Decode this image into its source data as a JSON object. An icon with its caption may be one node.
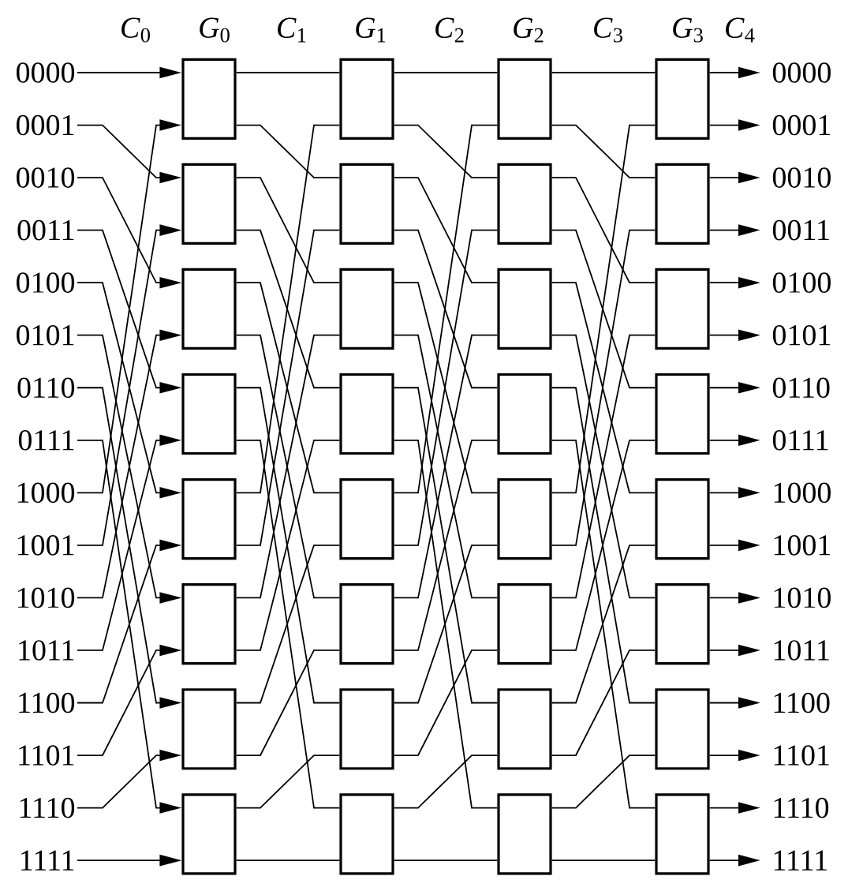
{
  "diagram": {
    "nodes": [
      {
        "text": [
          "0000"
        ]
      },
      {
        "text": [
          "0001"
        ]
      },
      {
        "text": [
          "0010"
        ]
      },
      {
        "text": [
          "0011"
        ]
      },
      {
        "text": [
          "0100"
        ]
      },
      {
        "text": [
          "0101"
        ]
      },
      {
        "text": [
          "0110"
        ]
      },
      {
        "text": [
          "0111"
        ]
      },
      {
        "text": [
          "1000"
        ]
      },
      {
        "text": [
          "1001"
        ]
      },
      {
        "text": [
          "1010"
        ]
      },
      {
        "text": [
          "1011"
        ]
      },
      {
        "text": [
          "1100"
        ]
      },
      {
        "text": [
          "1101"
        ]
      },
      {
        "text": [
          "1110"
        ]
      },
      {
        "text": [
          "1111"
        ]
      },
      {
        "text": [],
        "shape": "box"
      },
      {
        "text": [],
        "shape": "box"
      },
      {
        "text": [],
        "shape": "box"
      },
      {
        "text": [],
        "shape": "box"
      },
      {
        "text": [],
        "shape": "box"
      },
      {
        "text": [],
        "shape": "box"
      },
      {
        "text": [],
        "shape": "box"
      },
      {
        "text": [],
        "shape": "box"
      },
      {
        "text": [],
        "shape": "box"
      },
      {
        "text": [],
        "shape": "box"
      },
      {
        "text": [],
        "shape": "box"
      },
      {
        "text": [],
        "shape": "box"
      },
      {
        "text": [],
        "shape": "box"
      },
      {
        "text": [],
        "shape": "box"
      },
      {
        "text": [],
        "shape": "box"
      },
      {
        "text": [],
        "shape": "box"
      },
      {
        "text": [],
        "shape": "box"
      },
      {
        "text": [],
        "shape": "box"
      },
      {
        "text": [],
        "shape": "box"
      },
      {
        "text": [],
        "shape": "box"
      },
      {
        "text": [],
        "shape": "box"
      },
      {
        "text": [],
        "shape": "box"
      },
      {
        "text": [],
        "shape": "box"
      },
      {
        "text": [],
        "shape": "box"
      },
      {
        "text": [],
        "shape": "box"
      },
      {
        "text": [],
        "shape": "box"
      },
      {
        "text": [],
        "shape": "box"
      },
      {
        "text": [],
        "shape": "box"
      },
      {
        "text": [],
        "shape": "box"
      },
      {
        "text": [],
        "shape": "box"
      },
      {
        "text": [],
        "shape": "box"
      },
      {
        "text": [],
        "shape": "box"
      },
      {
        "text": [
          "0000"
        ]
      },
      {
        "text": [
          "0001"
        ]
      },
      {
        "text": [
          "0010"
        ]
      },
      {
        "text": [
          "0011"
        ]
      },
      {
        "text": [
          "0100"
        ]
      },
      {
        "text": [
          "0101"
        ]
      },
      {
        "text": [
          "0110"
        ]
      },
      {
        "text": [
          "0111"
        ]
      },
      {
        "text": [
          "1000"
        ]
      },
      {
        "text": [
          "1001"
        ]
      },
      {
        "text": [
          "1010"
        ]
      },
      {
        "text": [
          "1011"
        ]
      },
      {
        "text": [
          "1100"
        ]
      },
      {
        "text": [
          "1101"
        ]
      },
      {
        "text": [
          "1110"
        ]
      },
      {
        "text": [
          "1111"
        ]
      }
    ],
    "edges": [
      {
        "from": 0,
        "to": 16,
        "arrow": "to"
      },
      {
        "from": 1,
        "to": 17,
        "arrow": "to"
      },
      {
        "from": 2,
        "to": 18,
        "arrow": "to"
      },
      {
        "from": 3,
        "to": 19,
        "arrow": "to"
      },
      {
        "from": 4,
        "to": 20,
        "arrow": "to"
      },
      {
        "from": 5,
        "to": 21,
        "arrow": "to"
      },
      {
        "from": 6,
        "to": 22,
        "arrow": "to"
      },
      {
        "from": 7,
        "to": 23,
        "arrow": "to"
      },
      {
        "from": 8,
        "to": 16,
        "arrow": "to"
      },
      {
        "from": 9,
        "to": 17,
        "arrow": "to"
      },
      {
        "from": 10,
        "to": 18,
        "arrow": "to"
      },
      {
        "from": 11,
        "to": 19,
        "arrow": "to"
      },
      {
        "from": 12,
        "to": 20,
        "arrow": "to"
      },
      {
        "from": 13,
        "to": 21,
        "arrow": "to"
      },
      {
        "from": 14,
        "to": 22,
        "arrow": "to"
      },
      {
        "from": 15,
        "to": 23,
        "arrow": "to"
      },
      {
        "from": 16,
        "to": 24,
        "arrow": "none"
      },
      {
        "from": 16,
        "to": 25,
        "arrow": "none"
      },
      {
        "from": 17,
        "to": 26,
        "arrow": "none"
      },
      {
        "from": 17,
        "to": 27,
        "arrow": "none"
      },
      {
        "from": 18,
        "to": 28,
        "arrow": "none"
      },
      {
        "from": 18,
        "to": 29,
        "arrow": "none"
      },
      {
        "from": 19,
        "to": 30,
        "arrow": "none"
      },
      {
        "from": 19,
        "to": 31,
        "arrow": "none"
      },
      {
        "from": 20,
        "to": 24,
        "arrow": "none"
      },
      {
        "from": 20,
        "to": 25,
        "arrow": "none"
      },
      {
        "from": 21,
        "to": 26,
        "arrow": "none"
      },
      {
        "from": 21,
        "to": 27,
        "arrow": "none"
      },
      {
        "from": 22,
        "to": 28,
        "arrow": "none"
      },
      {
        "from": 22,
        "to": 29,
        "arrow": "none"
      },
      {
        "from": 23,
        "to": 30,
        "arrow": "none"
      },
      {
        "from": 23,
        "to": 31,
        "arrow": "none"
      },
      {
        "from": 24,
        "to": 32,
        "arrow": "none"
      },
      {
        "from": 24,
        "to": 33,
        "arrow": "none"
      },
      {
        "from": 25,
        "to": 34,
        "arrow": "none"
      },
      {
        "from": 25,
        "to": 35,
        "arrow": "none"
      },
      {
        "from": 26,
        "to": 36,
        "arrow": "none"
      },
      {
        "from": 26,
        "to": 37,
        "arrow": "none"
      },
      {
        "from": 27,
        "to": 38,
        "arrow": "none"
      },
      {
        "from": 27,
        "to": 39,
        "arrow": "none"
      },
      {
        "from": 28,
        "to": 32,
        "arrow": "none"
      },
      {
        "from": 28,
        "to": 33,
        "arrow": "none"
      },
      {
        "from": 29,
        "to": 34,
        "arrow": "none"
      },
      {
        "from": 29,
        "to": 35,
        "arrow": "none"
      },
      {
        "from": 30,
        "to": 36,
        "arrow": "none"
      },
      {
        "from": 30,
        "to": 37,
        "arrow": "none"
      },
      {
        "from": 31,
        "to": 38,
        "arrow": "none"
      },
      {
        "from": 31,
        "to": 39,
        "arrow": "none"
      },
      {
        "from": 32,
        "to": 40,
        "arrow": "none"
      },
      {
        "from": 32,
        "to": 41,
        "arrow": "none"
      },
      {
        "from": 33,
        "to": 42,
        "arrow": "none"
      },
      {
        "from": 33,
        "to": 43,
        "arrow": "none"
      },
      {
        "from": 34,
        "to": 44,
        "arrow": "none"
      },
      {
        "from": 34,
        "to": 45,
        "arrow": "none"
      },
      {
        "from": 35,
        "to": 46,
        "arrow": "none"
      },
      {
        "from": 35,
        "to": 47,
        "arrow": "none"
      },
      {
        "from": 36,
        "to": 40,
        "arrow": "none"
      },
      {
        "from": 36,
        "to": 41,
        "arrow": "none"
      },
      {
        "from": 37,
        "to": 42,
        "arrow": "none"
      },
      {
        "from": 37,
        "to": 43,
        "arrow": "none"
      },
      {
        "from": 38,
        "to": 44,
        "arrow": "none"
      },
      {
        "from": 38,
        "to": 45,
        "arrow": "none"
      },
      {
        "from": 39,
        "to": 46,
        "arrow": "none"
      },
      {
        "from": 39,
        "to": 47,
        "arrow": "none"
      },
      {
        "from": 40,
        "to": 48,
        "arrow": "to"
      },
      {
        "from": 40,
        "to": 49,
        "arrow": "to"
      },
      {
        "from": 41,
        "to": 50,
        "arrow": "to"
      },
      {
        "from": 41,
        "to": 51,
        "arrow": "to"
      },
      {
        "from": 42,
        "to": 52,
        "arrow": "to"
      },
      {
        "from": 42,
        "to": 53,
        "arrow": "to"
      },
      {
        "from": 43,
        "to": 54,
        "arrow": "to"
      },
      {
        "from": 43,
        "to": 55,
        "arrow": "to"
      },
      {
        "from": 44,
        "to": 56,
        "arrow": "to"
      },
      {
        "from": 44,
        "to": 57,
        "arrow": "to"
      },
      {
        "from": 45,
        "to": 58,
        "arrow": "to"
      },
      {
        "from": 45,
        "to": 59,
        "arrow": "to"
      },
      {
        "from": 46,
        "to": 60,
        "arrow": "to"
      },
      {
        "from": 46,
        "to": 61,
        "arrow": "to"
      },
      {
        "from": 47,
        "to": 62,
        "arrow": "to"
      },
      {
        "from": 47,
        "to": 63,
        "arrow": "to"
      }
    ],
    "labels": [
      "*C*$_{0}$",
      "*G*$_{0}$",
      "*C*$_{1}$",
      "*G*$_{1}$",
      "*C*$_{2}$",
      "*G*$_{2}$",
      "*C*$_{3}$",
      "*G*$_{3}$",
      "*C*$_{4}$"
    ]
  }
}
